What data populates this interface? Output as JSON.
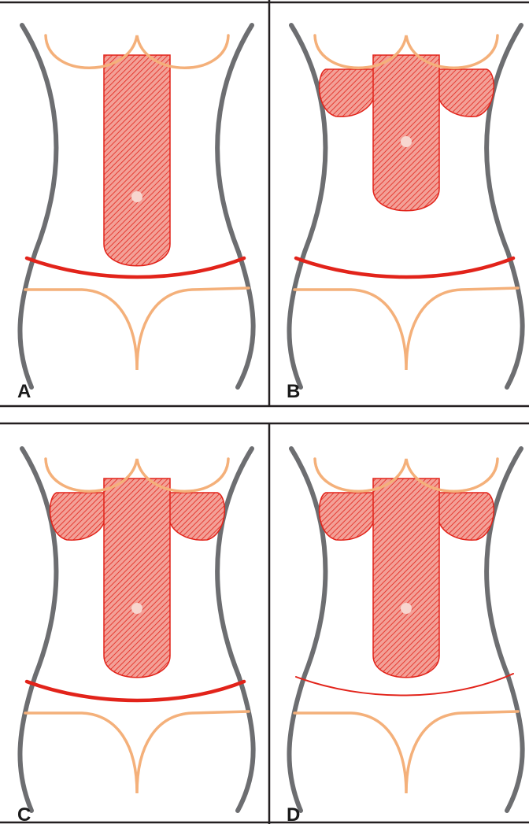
{
  "colors": {
    "outline": "#6d6e71",
    "skin_line": "#f4b07a",
    "mark_red": "#e2231a",
    "hatch_fill": "#f08a80",
    "navel": "#f7d6cf",
    "grid": "#231f20"
  },
  "panels": [
    {
      "label": "A",
      "breast_pockets": false,
      "incision": "thick"
    },
    {
      "label": "B",
      "breast_pockets": true,
      "incision": "thick"
    },
    {
      "label": "C",
      "breast_pockets": true,
      "incision": "thick"
    },
    {
      "label": "D",
      "breast_pockets": true,
      "incision": "thin"
    }
  ]
}
